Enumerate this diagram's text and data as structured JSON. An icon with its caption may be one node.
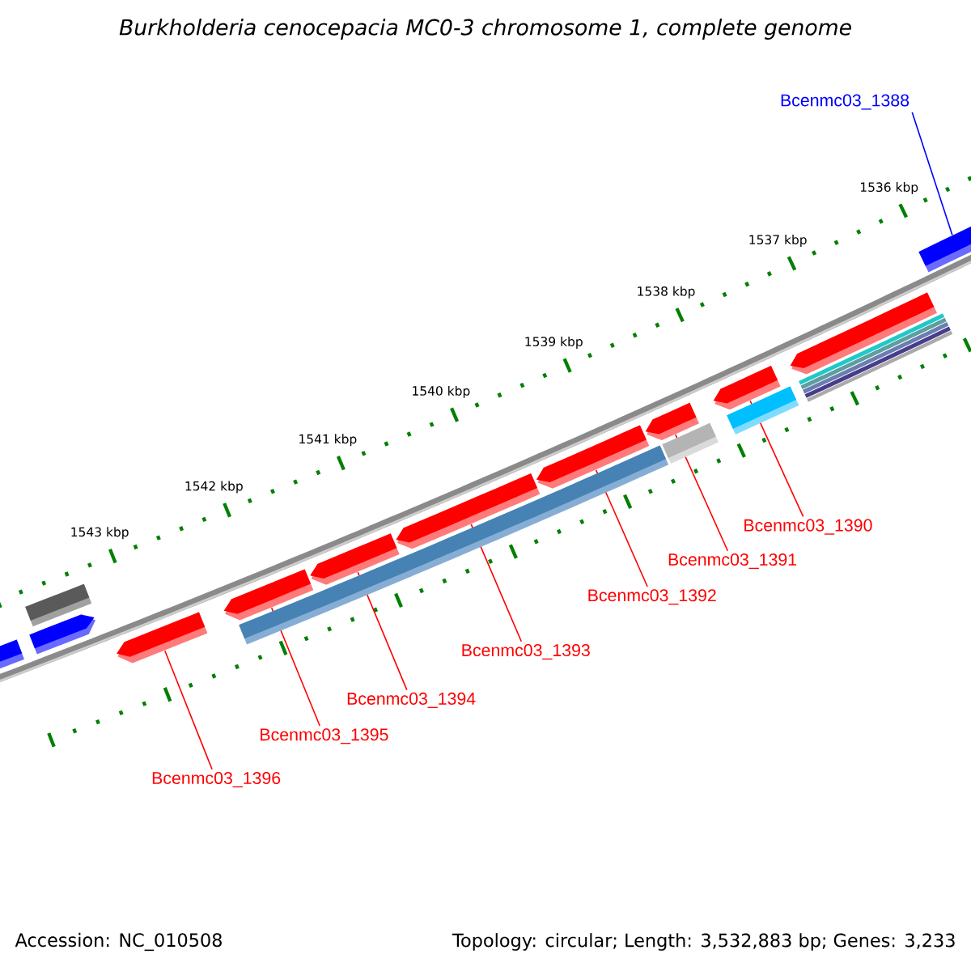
{
  "diagram": {
    "title": "Burkholderia cenocepacia MC0-3 chromosome 1, complete genome",
    "nodes": [
      {
        "text": [
          "Bcenmc03_1388"
        ]
      },
      {
        "text": [
          "Bcenmc03_1390"
        ]
      },
      {
        "text": [
          "Bcenmc03_1391"
        ]
      },
      {
        "text": [
          "Bcenmc03_1392"
        ]
      },
      {
        "text": [
          "Bcenmc03_1393"
        ]
      },
      {
        "text": [
          "Bcenmc03_1394"
        ]
      },
      {
        "text": [
          "Bcenmc03_1395"
        ]
      },
      {
        "text": [
          "Bcenmc03_1396"
        ]
      },
      {
        "text": [],
        "shape": "arrow"
      },
      {
        "text": [],
        "shape": "arrow"
      },
      {
        "text": [],
        "shape": "arrow"
      },
      {
        "text": [],
        "shape": "arrow"
      },
      {
        "text": [],
        "shape": "arrow"
      },
      {
        "text": [],
        "shape": "arrow"
      },
      {
        "text": [],
        "shape": "arrow"
      },
      {
        "text": [],
        "shape": "arrow"
      },
      {
        "text": [],
        "shape": "arrow"
      },
      {
        "text": [],
        "shape": "arrow"
      },
      {
        "text": [],
        "shape": "bar"
      },
      {
        "text": [],
        "shape": "bar"
      }
    ],
    "edges": [
      {
        "from": 0,
        "to": 8,
        "arrow": "none",
        "color": "#0000ff"
      },
      {
        "from": 1,
        "to": 9,
        "arrow": "none"
      },
      {
        "from": 2,
        "to": 10,
        "arrow": "none"
      },
      {
        "from": 3,
        "to": 11,
        "arrow": "none"
      },
      {
        "from": 4,
        "to": 12,
        "arrow": "none"
      },
      {
        "from": 5,
        "to": 13,
        "arrow": "none"
      },
      {
        "from": 6,
        "to": 14,
        "arrow": "none"
      },
      {
        "from": 7,
        "to": 15,
        "arrow": "none"
      }
    ],
    "labels": [
      "1536 kbp",
      "1537 kbp",
      "1538 kbp",
      "1539 kbp",
      "1540 kbp",
      "1541 kbp",
      "1542 kbp",
      "1543 kbp",
      "Accession: NC_010508",
      "Topology: circular; Length: 3,532,883 bp; Genes: 3,233"
    ]
  }
}
